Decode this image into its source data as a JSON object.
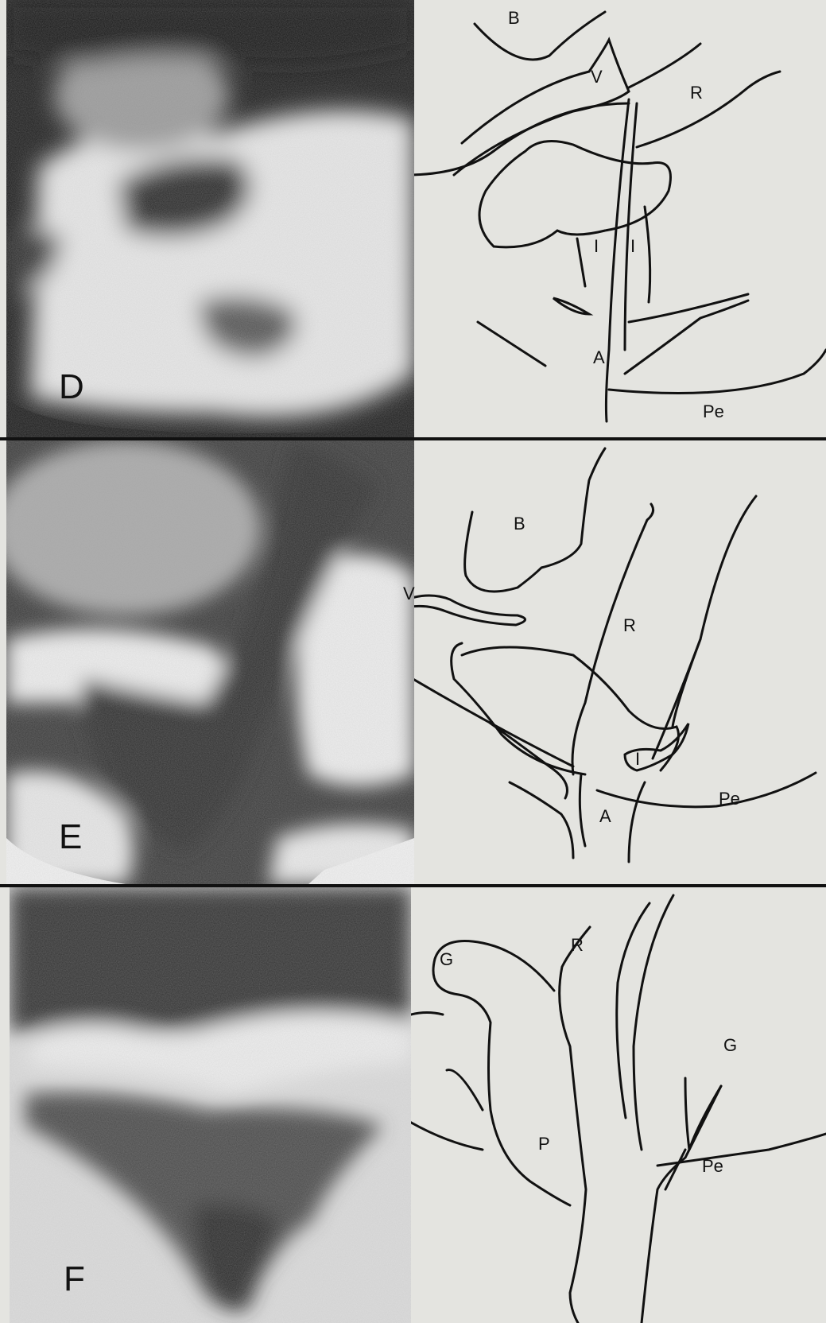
{
  "panels": {
    "d": {
      "letter": "D",
      "labels": {
        "b": "B",
        "v": "V",
        "r": "R",
        "i1": "I",
        "i2": "I",
        "a": "A",
        "pe": "Pe"
      }
    },
    "e": {
      "letter": "E",
      "labels": {
        "b": "B",
        "v": "V",
        "r": "R",
        "i": "I",
        "a": "A",
        "pe": "Pe"
      }
    },
    "f": {
      "letter": "F",
      "labels": {
        "g1": "G",
        "r": "R",
        "g2": "G",
        "p": "P",
        "pe": "Pe"
      }
    }
  }
}
